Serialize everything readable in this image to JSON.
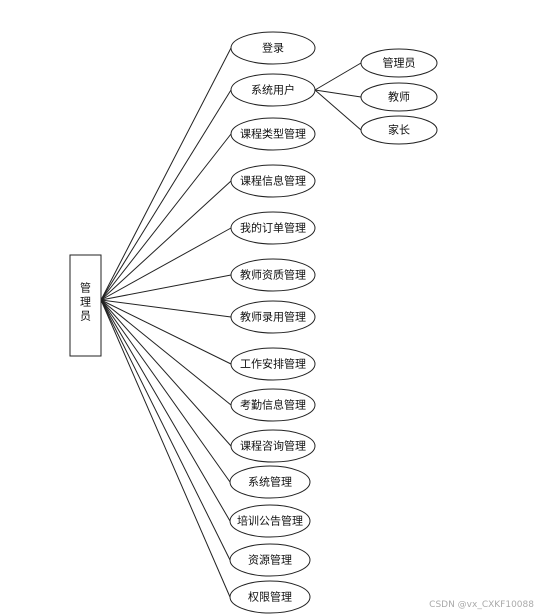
{
  "root": {
    "label": "管\n理\n员"
  },
  "children": [
    "登录",
    "系统用户",
    "课程类型管理",
    "课程信息管理",
    "我的订单管理",
    "教师资质管理",
    "教师录用管理",
    "工作安排管理",
    "考勤信息管理",
    "课程咨询管理",
    "系统管理",
    "培训公告管理",
    "资源管理",
    "权限管理"
  ],
  "sub_children": [
    "管理员",
    "教师",
    "家长"
  ],
  "watermark": "CSDN @vx_CXKF10088"
}
